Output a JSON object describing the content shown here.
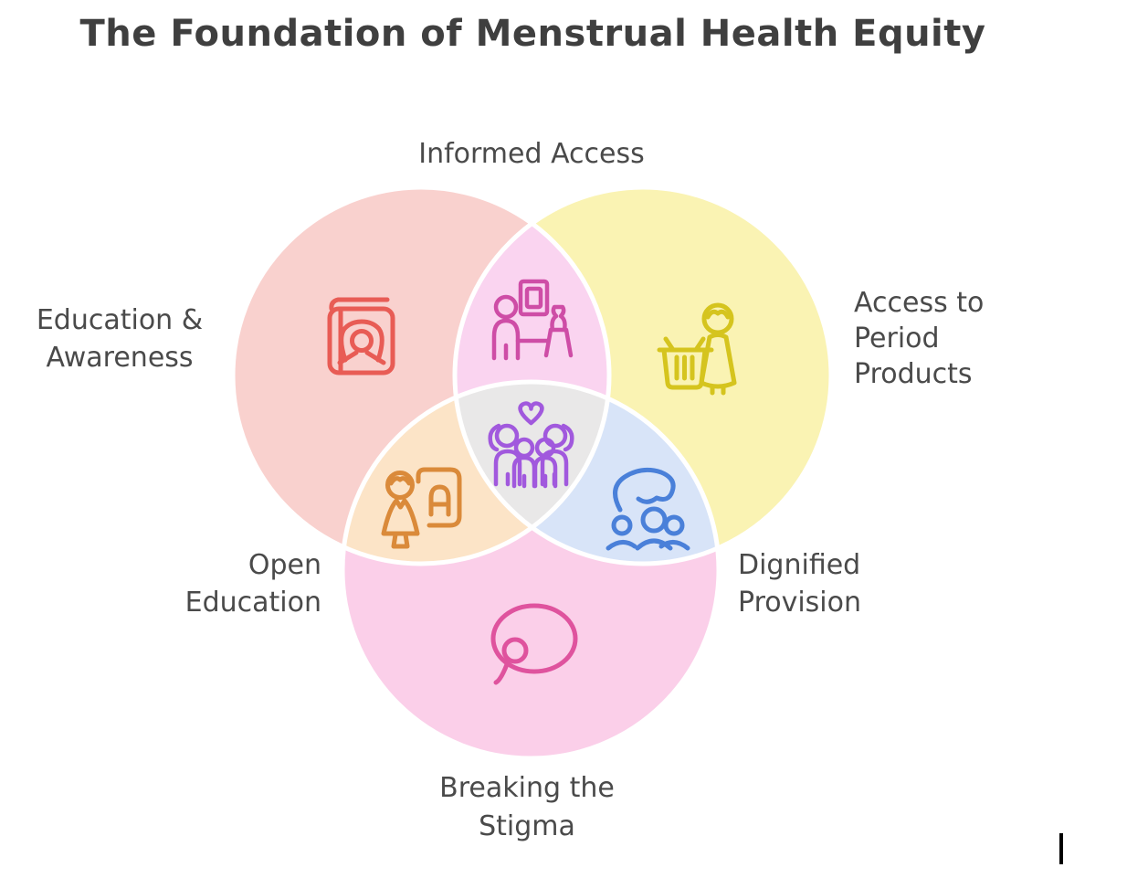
{
  "title": "The Foundation of Menstrual Health Equity",
  "labels": {
    "informed_access": "Informed Access",
    "education_awareness": "Education &\nAwareness",
    "access_products": "Access to\nPeriod\nProducts",
    "open_education": "Open\nEducation",
    "dignified_provision": "Dignified\nProvision",
    "breaking_stigma": "Breaking the\nStigma"
  },
  "colors": {
    "background": "#ffffff",
    "title_text": "#3f3f3f",
    "label_text": "#4a4a4a",
    "circle_education": "#f9d1ce",
    "circle_products": "#faf3b3",
    "circle_stigma": "#fbcfe9",
    "overlap_informed": "#fad4f0",
    "overlap_open_education": "#fce4c7",
    "overlap_dignified": "#d8e4f8",
    "overlap_center": "#e9e8e8",
    "circle_border": "#ffffff",
    "cursor": "#000000"
  },
  "icons": {
    "education_awareness": {
      "name": "book-woman-icon",
      "color": "#e85c55"
    },
    "informed_access": {
      "name": "exhibit-viewer-icon",
      "color": "#ce4da6"
    },
    "access_products": {
      "name": "shopper-basket-icon",
      "color": "#d5c41e"
    },
    "center": {
      "name": "family-heart-icon",
      "color": "#a159dd"
    },
    "open_education": {
      "name": "teacher-board-icon",
      "color": "#da8a3a"
    },
    "dignified_provision": {
      "name": "caring-hand-group-icon",
      "color": "#4a80d9"
    },
    "breaking_stigma": {
      "name": "speech-bubble-icon",
      "color": "#df539e"
    }
  }
}
